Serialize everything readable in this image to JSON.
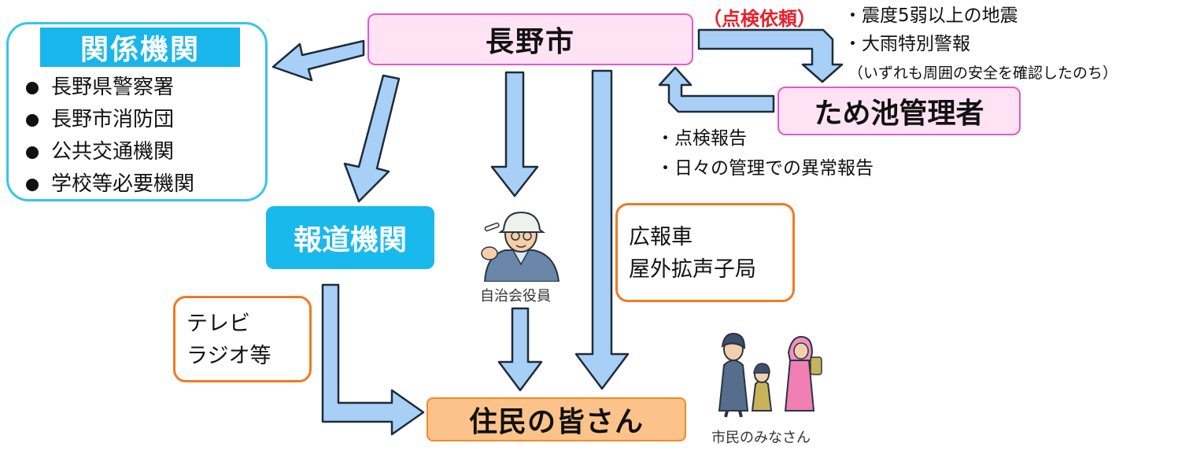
{
  "nagano_city": "長野市",
  "inspection_request": {
    "label": "（点検依頼）",
    "items": [
      "・震度5弱以上の地震",
      "・大雨特別警報"
    ],
    "note": "（いずれも周囲の安全を確認したのち）"
  },
  "pond_manager": "ため池管理者",
  "inspection_report": {
    "items": [
      "・点検報告",
      "・日々の管理での異常報告"
    ]
  },
  "agencies": {
    "title": "関係機関",
    "items": [
      "長野県警察署",
      "長野市消防団",
      "公共交通機関",
      "学校等必要機関"
    ]
  },
  "press": "報道機関",
  "media": [
    "テレビ",
    "ラジオ等"
  ],
  "pr": [
    "広報車",
    "屋外拡声子局"
  ],
  "officer_caption": "自治会役員",
  "residents": "住民の皆さん",
  "citizens_caption": "市民のみなさん",
  "colors": {
    "arrow_fill": "#a8d0f6",
    "arrow_stroke": "#1f2b3a",
    "pink_fill": "#ffe3f4",
    "pink_border": "#e55ac8",
    "cyan": "#19b9ec",
    "orange_border": "#f07b22",
    "residents_fill": "#fbc38a",
    "request_red": "#e8202b"
  }
}
